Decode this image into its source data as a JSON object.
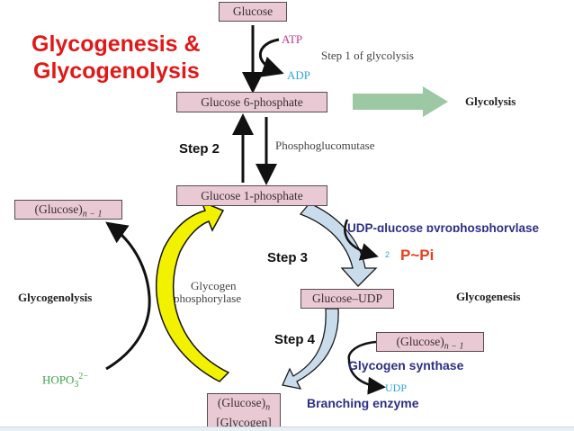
{
  "title": {
    "line1": "Glycogenesis &",
    "line2": "Glycogenolysis"
  },
  "boxes": {
    "glucose": "Glucose",
    "g6p": "Glucose 6-phosphate",
    "g1p": "Glucose 1-phosphate",
    "glucose_udp": "Glucose–UDP",
    "glucose_n1_left": {
      "base": "(Glucose)",
      "sub": "n − 1"
    },
    "glucose_n1_right": {
      "base": "(Glucose)",
      "sub": "n − 1"
    },
    "glycogen": {
      "line1_base": "(Glucose)",
      "line1_sub": "n",
      "line2": "[Glycogen]"
    }
  },
  "labels": {
    "atp": "ATP",
    "adp": "ADP",
    "step1": "Step 1 of glycolysis",
    "glycolysis": "Glycolysis",
    "step2": "Step 2",
    "phosphoglucomutase": "Phosphoglucomutase",
    "udp_glucose_pyrophosphorylase": "UDP-glucose pyrophosphorylase",
    "ppi_coefficient": "2",
    "ppi": "P~Pi",
    "step3": "Step 3",
    "glycogenesis": "Glycogenesis",
    "glycogenolysis": "Glycogenolysis",
    "glycogen_phosphorylase_1": "Glycogen",
    "glycogen_phosphorylase_2": "phosphorylase",
    "step4": "Step 4",
    "glycogen_synthase": "Glycogen synthase",
    "udp": "UDP",
    "branching_enzyme": "Branching enzyme",
    "hopo3": {
      "base": "HOPO",
      "sub": "3",
      "sup": "2−"
    }
  },
  "colors": {
    "title_red": "#e01818",
    "box_fill": "#e9c9d4",
    "atp_magenta": "#c0398a",
    "adp_cyan": "#2fa6d8",
    "enzyme_blue": "#2e2f85",
    "ppi_orange": "#e8401c",
    "hopo3_green": "#3aa346",
    "yellow_arrow": "#f2f200",
    "blue_arrow": "#c8dcec",
    "green_arrow": "#9cc8a4"
  }
}
